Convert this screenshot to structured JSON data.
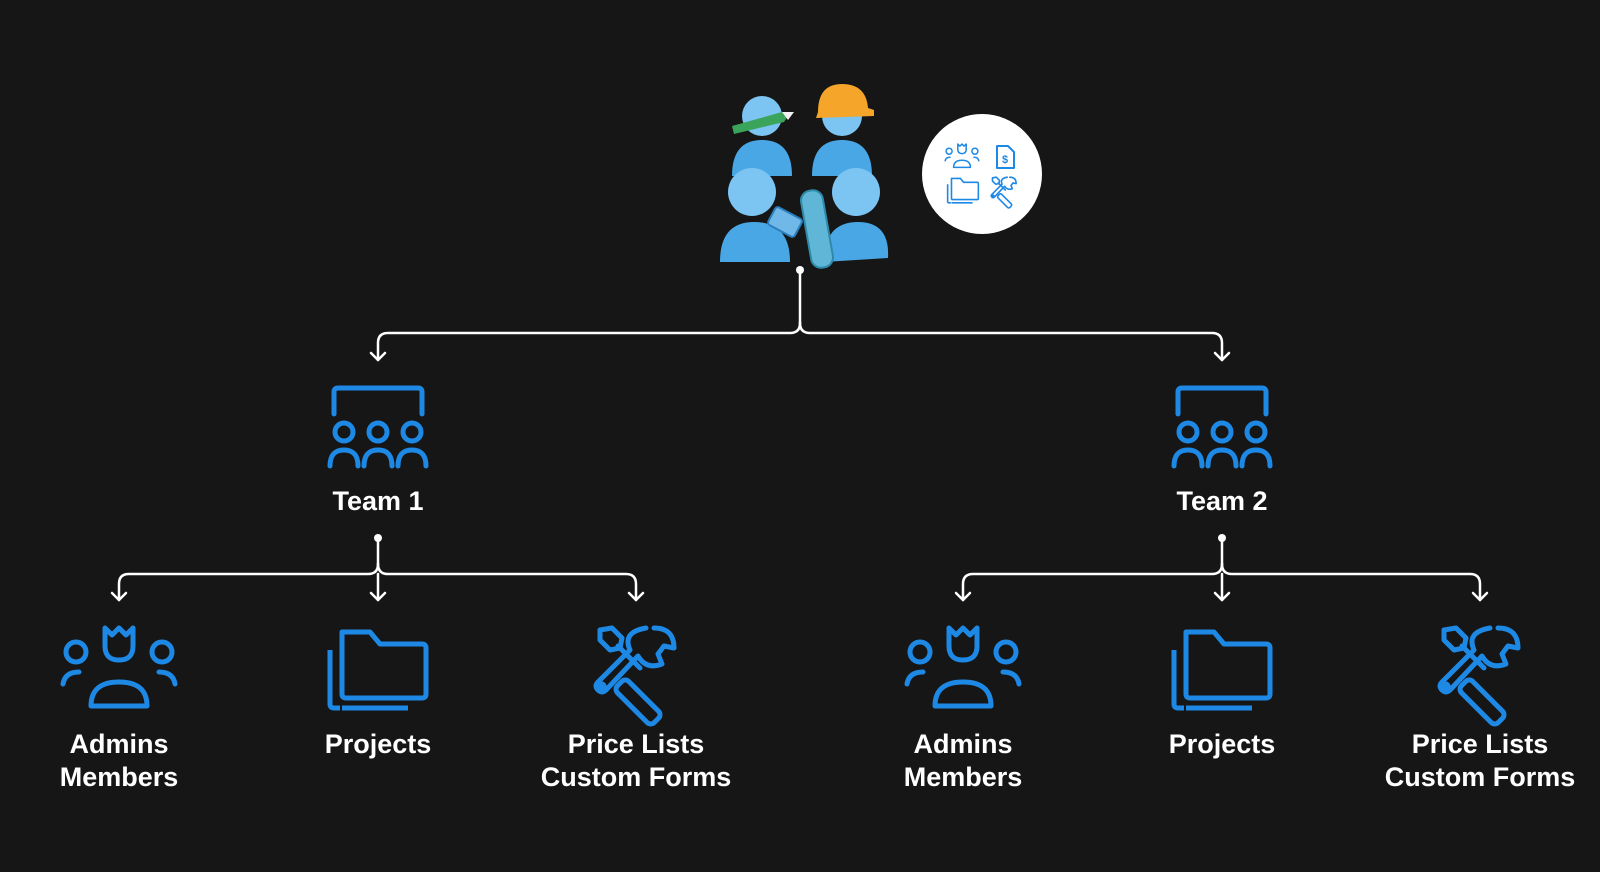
{
  "colors": {
    "background": "#161616",
    "icon_blue": "#1e88e5",
    "connector": "#ffffff",
    "text": "#ffffff",
    "people_light": "#7cc4f2",
    "people_mid": "#4aa7e6",
    "helmet": "#f4a52a",
    "pencil": "#3aa55a"
  },
  "root": {
    "illustration": "team-of-workers-illustration",
    "badge_icons": [
      "admins-members-icon",
      "price-list-document-icon",
      "folder-icon",
      "tools-icon"
    ]
  },
  "teams": [
    {
      "label": "Team 1",
      "icon": "team-group-icon",
      "children": [
        {
          "icon": "admins-members-icon",
          "lines": [
            "Admins",
            "Members"
          ]
        },
        {
          "icon": "folder-icon",
          "lines": [
            "Projects"
          ]
        },
        {
          "icon": "tools-icon",
          "lines": [
            "Price Lists",
            "Custom Forms"
          ]
        }
      ]
    },
    {
      "label": "Team 2",
      "icon": "team-group-icon",
      "children": [
        {
          "icon": "admins-members-icon",
          "lines": [
            "Admins",
            "Members"
          ]
        },
        {
          "icon": "folder-icon",
          "lines": [
            "Projects"
          ]
        },
        {
          "icon": "tools-icon",
          "lines": [
            "Price Lists",
            "Custom Forms"
          ]
        }
      ]
    }
  ]
}
